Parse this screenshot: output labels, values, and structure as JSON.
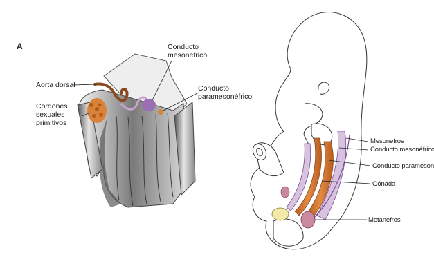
{
  "panel_letter": "A",
  "left_labels": {
    "conducto_mesonefrico": [
      "Conducto",
      "mesonefrico"
    ],
    "aorta_dorsal": "Aorta dorsal",
    "conducto_paramesonefrico": [
      "Conducto",
      "paramesonéfrico"
    ],
    "cordones": [
      "Cordones",
      "sexuales",
      "primitivos"
    ]
  },
  "right_labels": {
    "mesonefros": "Mesonefros",
    "conducto_mesonefrico": "Conducto mesonéfrico",
    "conducto_paramesonefrico": "Conducto paramesonéfr",
    "gonada": "Gónada",
    "metanefros": "Metanefros"
  },
  "colors": {
    "accent_orange": "#d9823a",
    "dark_brown": "#8a4a1f",
    "lilac": "#c9a3d1",
    "purple": "#9b6fb4",
    "gray_dark": "#6b6b6b",
    "gray_light": "#cfcfcf"
  }
}
